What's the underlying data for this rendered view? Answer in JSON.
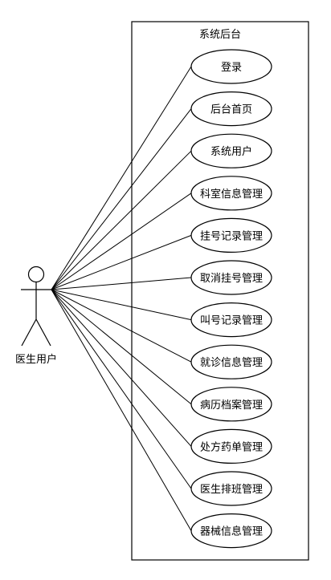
{
  "system": {
    "title": "系统后台"
  },
  "actor": {
    "label": "医生用户"
  },
  "use_cases": [
    {
      "label": "登录"
    },
    {
      "label": "后台首页"
    },
    {
      "label": "系统用户"
    },
    {
      "label": "科室信息管理"
    },
    {
      "label": "挂号记录管理"
    },
    {
      "label": "取消挂号管理"
    },
    {
      "label": "叫号记录管理"
    },
    {
      "label": "就诊信息管理"
    },
    {
      "label": "病历档案管理"
    },
    {
      "label": "处方药单管理"
    },
    {
      "label": "医生排班管理"
    },
    {
      "label": "器械信息管理"
    }
  ]
}
